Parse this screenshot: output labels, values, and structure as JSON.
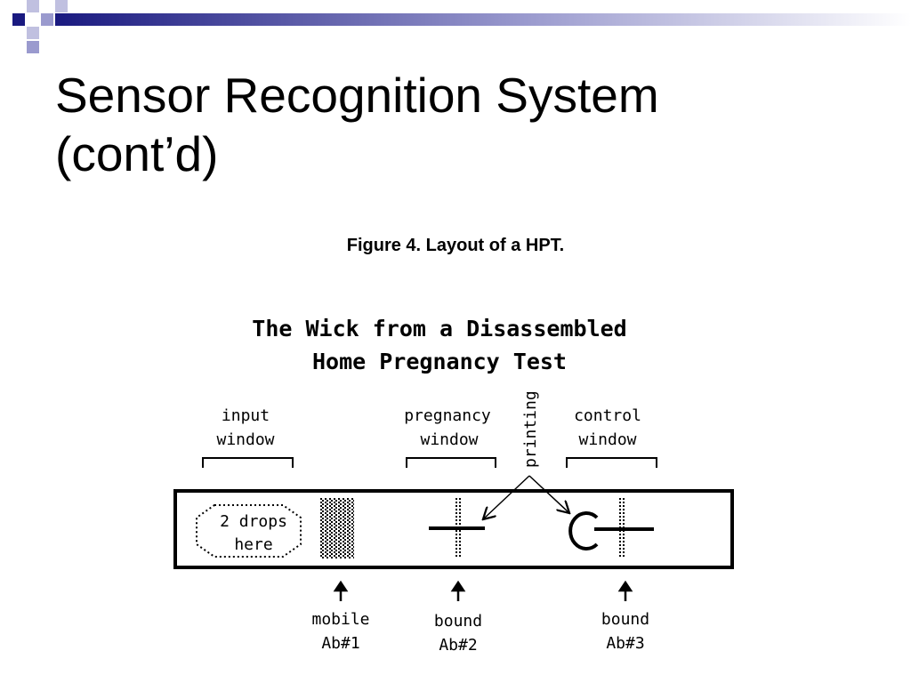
{
  "slide": {
    "title_line1": "Sensor Recognition System",
    "title_line2": "(cont’d)",
    "caption": "Figure 4. Layout of a HPT."
  },
  "figure": {
    "heading_line1": "The Wick from a Disassembled",
    "heading_line2": "Home Pregnancy Test",
    "input_window": [
      "input",
      "window"
    ],
    "pregnancy_window": [
      "pregnancy",
      "window"
    ],
    "control_window": [
      "control",
      "window"
    ],
    "printing": "printing",
    "drops": [
      "2 drops",
      "here"
    ],
    "mobile_ab": [
      "mobile",
      "Ab#1"
    ],
    "bound_ab2": [
      "bound",
      "Ab#2"
    ],
    "bound_ab3": [
      "bound",
      "Ab#3"
    ]
  },
  "colors": {
    "accent_dark": "#1a1a80",
    "accent_light": "#8c8cc8",
    "ink": "#000000"
  }
}
